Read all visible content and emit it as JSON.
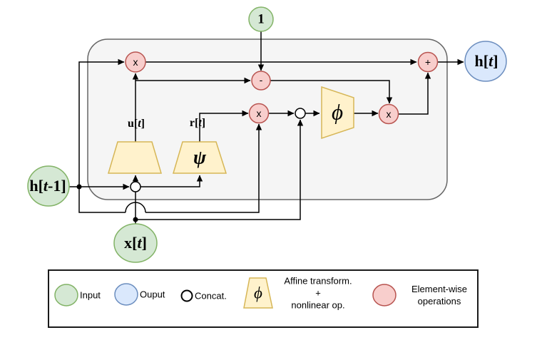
{
  "diagram": {
    "nodes": {
      "one": {
        "label": "1"
      },
      "h_prev": {
        "b": "h",
        "pre": "[",
        "v": "t",
        "post": "-1]"
      },
      "x_t": {
        "b": "x",
        "pre": "[",
        "v": "t",
        "post": "]"
      },
      "h_t": {
        "b": "h",
        "pre": "[",
        "v": "t",
        "post": "]"
      },
      "u_t": {
        "b": "u",
        "pre": "[",
        "v": "t",
        "post": "]"
      },
      "r_t": {
        "b": "r",
        "pre": "[",
        "v": "t",
        "post": "]"
      },
      "psi_symbol": "ψ",
      "phi_symbol": "ϕ"
    },
    "ops": {
      "multiply_top": "x",
      "subtract": "-",
      "multiply_mid": "x",
      "multiply_right": "x",
      "add": "+"
    }
  },
  "legend": {
    "input_label": "Input",
    "output_label": "Ouput",
    "concat_label": "Concat.",
    "affine_symbol": "ϕ",
    "affine_line1": "Affine transform.",
    "affine_line2": "+",
    "affine_line3": "nonlinear op.",
    "elementwise_line1": "Element-wise",
    "elementwise_line2": "operations"
  },
  "palette": {
    "input_fill": "#d5e8d4",
    "input_stroke": "#82b366",
    "output_fill": "#dae8fc",
    "output_stroke": "#6c8ebf",
    "op_fill": "#f8cecc",
    "op_stroke": "#b85450",
    "transform_fill": "#fff2cc",
    "transform_stroke": "#d6b656",
    "cell_fill": "#f5f5f5",
    "cell_stroke": "#666666",
    "wire": "#000000"
  }
}
